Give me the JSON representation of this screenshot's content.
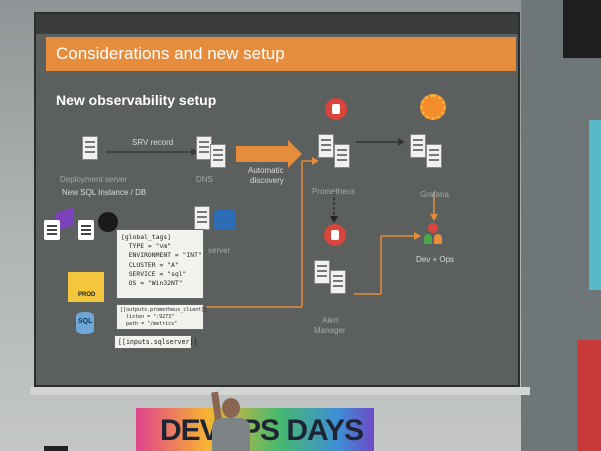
{
  "slide": {
    "title": "Considerations and new setup",
    "subtitle": "New observability setup"
  },
  "diagram": {
    "labels": {
      "srv_record": "SRV record",
      "deployment_server": "Deployment server",
      "new_sql": "New SQL Instance / DB",
      "dns": "DNS",
      "automatic": "Automatic",
      "discovery": "discovery",
      "prometheus": "Prometheus",
      "grafana": "Grafana",
      "alert": "Alert",
      "manager": "Manager",
      "devops": "Dev + Ops",
      "server_partial": "server",
      "prod": "PROD",
      "sql": "SQL"
    },
    "config_global": [
      "[global_tags]",
      "  TYPE = \"vm\"",
      "  ENVIRONMENT = \"INT\"",
      "  CLUSTER = \"A\"",
      "  SERVICE = \"sql\"",
      "  OS = \"Win32NT\""
    ],
    "config_outputs": [
      "[[outputs.prometheus_client]]",
      "  listen = \":9273\"",
      "  path = \"/metrics\""
    ],
    "config_inputs": "[[inputs.sqlserver]]",
    "colors": {
      "orange": "#e58d3c",
      "slide_bg": "#5b5f5d",
      "prometheus_red": "#d9443c"
    }
  },
  "banner": {
    "text": "DEVOPS DAYS"
  }
}
